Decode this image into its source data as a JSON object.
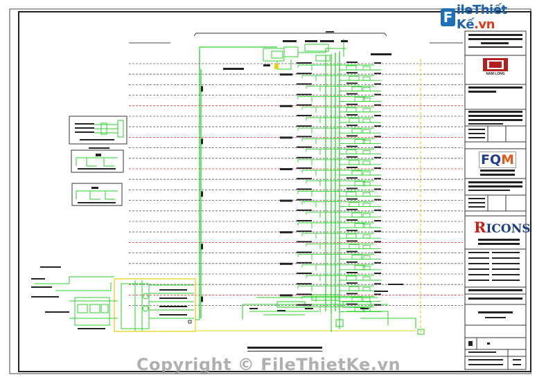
{
  "app": {
    "site_logo": {
      "letter": "F",
      "name": "ileThiết Kế",
      "tld": ".vn"
    },
    "watermark": "Copyright © FileThietKe.vn"
  },
  "drawing": {
    "accent_green": "#2ad12a",
    "accent_red": "#e02020",
    "accent_yellow": "#e6d21a",
    "title_block": {
      "logo_namlong": "NAM LONG",
      "logo_fqm": {
        "main": "FQ",
        "tail": "M"
      },
      "logo_ricons": {
        "first": "R",
        "rest": "ICONS"
      }
    },
    "floor_count": 24
  }
}
